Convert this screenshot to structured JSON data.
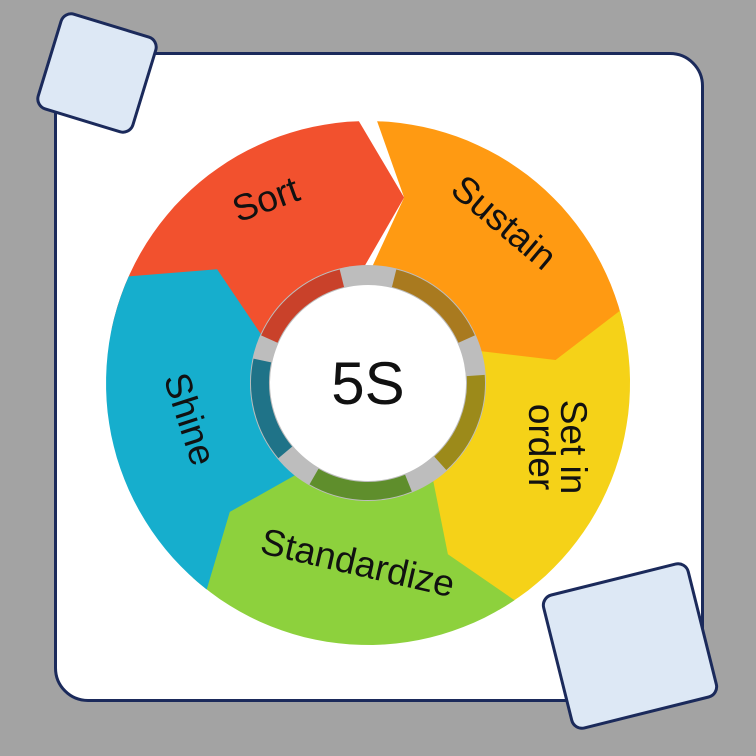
{
  "center": {
    "label": "5S"
  },
  "segments": [
    {
      "label": "Sort",
      "color": "#f2512e",
      "ring_accent": "#c9412a"
    },
    {
      "label": "Sustain",
      "color": "#ff9a12",
      "ring_accent": "#a97a1f"
    },
    {
      "label": "Set in",
      "label_line2": "order",
      "color": "#f5d218",
      "ring_accent": "#9c8a1a"
    },
    {
      "label": "Standardize",
      "color": "#8dd13d",
      "ring_accent": "#5f8e2c"
    },
    {
      "label": "Shine",
      "color": "#16aecd",
      "ring_accent": "#1f7388"
    }
  ]
}
